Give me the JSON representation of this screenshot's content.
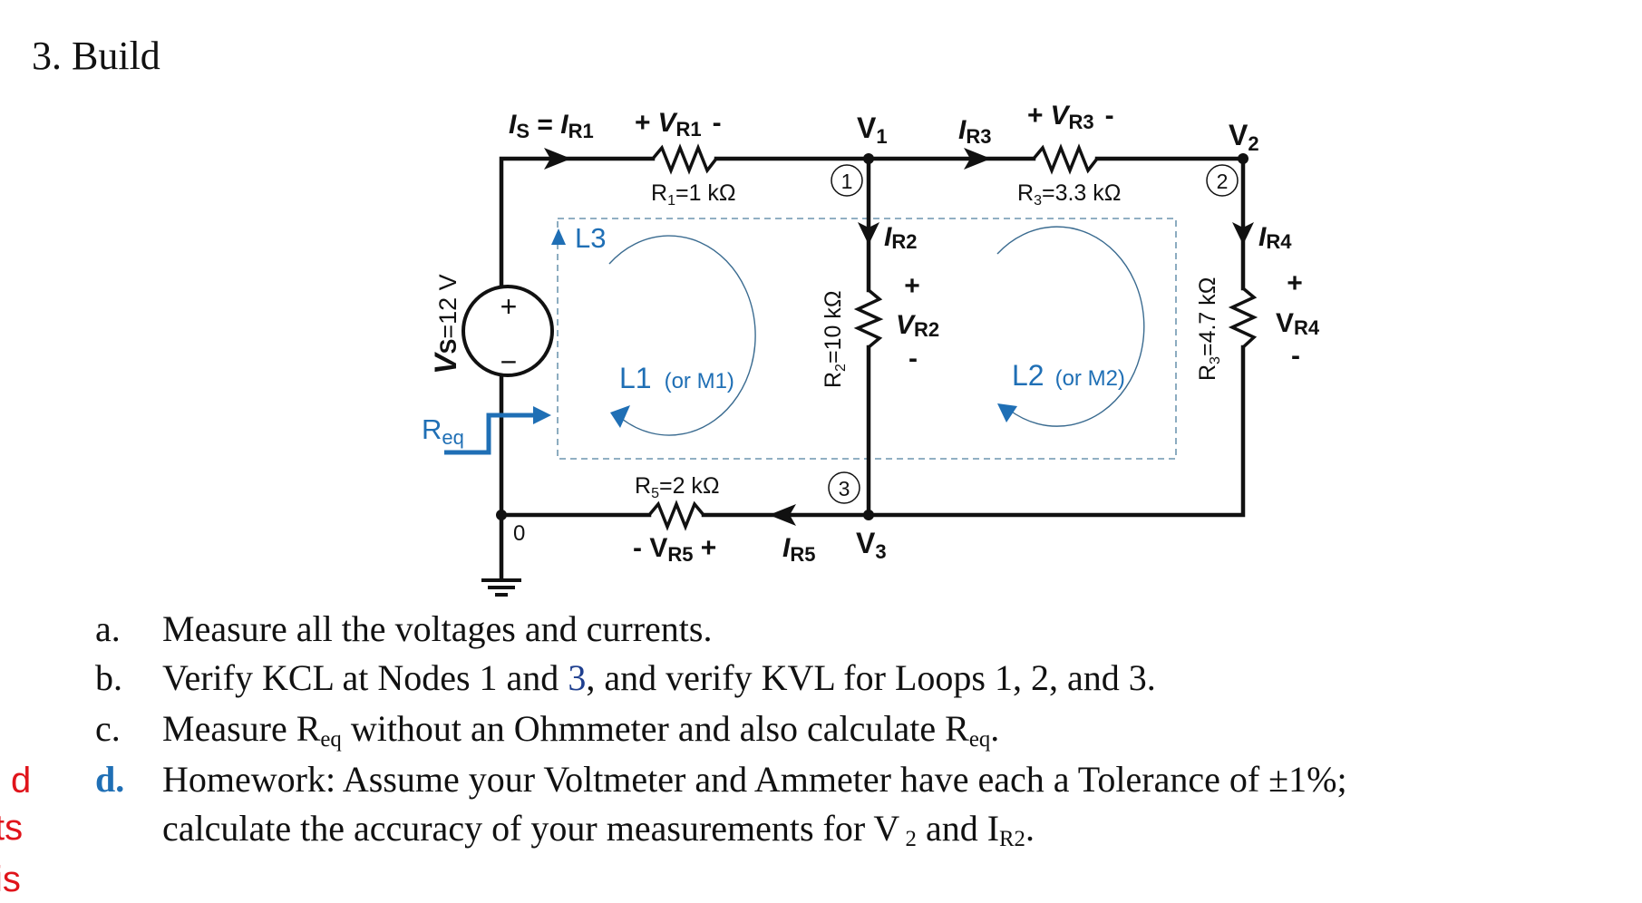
{
  "heading": "3. Build",
  "circuit": {
    "source": {
      "label_main": "V",
      "label_sub": "S",
      "label_value": "=12 V",
      "plus": "+",
      "minus": "−"
    },
    "ground_node": "0",
    "top_current": {
      "i1": "I",
      "i1_sub": "S",
      "eq": " = ",
      "i2": "I",
      "i2_sub": "R1"
    },
    "vr1": {
      "plus": "+",
      "v": "V",
      "sub": "R1",
      "minus": "-"
    },
    "r1_label": {
      "r": "R",
      "sub": "1",
      "val": "=1 kΩ"
    },
    "v1": {
      "v": "V",
      "sub": "1"
    },
    "node1": "1",
    "ir3": {
      "i": "I",
      "sub": "R3"
    },
    "vr3": {
      "plus": "+",
      "v": "V",
      "sub": "R3",
      "minus": "-"
    },
    "r3_label": {
      "r": "R",
      "sub": "3",
      "val": "=3.3 kΩ"
    },
    "v2": {
      "v": "V",
      "sub": "2"
    },
    "node2": "2",
    "ir2": {
      "i": "I",
      "sub": "R2"
    },
    "vr2": {
      "plus": "+",
      "v": "V",
      "sub": "R2",
      "minus": "-"
    },
    "r2_label": {
      "r": "R",
      "sub": "2",
      "val": "=10 kΩ"
    },
    "ir4": {
      "i": "I",
      "sub": "R4"
    },
    "vr4": {
      "plus": "+",
      "v": "V",
      "sub": "R4",
      "minus": "-"
    },
    "r4_label": {
      "r": "R",
      "sub": "3",
      "val": "=4.7 kΩ"
    },
    "r5_label": {
      "r": "R",
      "sub": "5",
      "val": "=2 kΩ"
    },
    "vr5": {
      "minus": "- ",
      "v": "V",
      "sub": "R5",
      "plus": " +"
    },
    "ir5": {
      "i": "I",
      "sub": "R5"
    },
    "v3": {
      "v": "V",
      "sub": "3"
    },
    "node3": "3",
    "req": {
      "r": "R",
      "sub": "eq"
    },
    "loops": {
      "l3": "L3",
      "l1": "L1",
      "l1_alt": "(or M1)",
      "l2": "L2",
      "l2_alt": "(or M2)"
    },
    "colors": {
      "wire": "#111111",
      "annotation": "#1f6fb5",
      "loop_arc": "#3a6b90",
      "dashed": "#4f7f9f"
    }
  },
  "tasks": [
    {
      "letter": "a.",
      "text": "Measure all the voltages and currents."
    },
    {
      "letter": "b.",
      "pre": "Verify KCL at Nodes 1 and ",
      "blue": "3",
      "post": ", and verify KVL for Loops 1, 2, and 3."
    },
    {
      "letter": "c.",
      "pre": "Measure R",
      "sub": "eq",
      "mid": " without an Ohmmeter and also calculate R",
      "sub2": "eq",
      "post": "."
    },
    {
      "letter": "d.",
      "line1": "Homework: Assume your Voltmeter and Ammeter have each a Tolerance of ±1%;",
      "pre": "calculate the accuracy of your measurements for V",
      "sub": " 2",
      "mid": " and I",
      "sub2": "R2",
      "post": "."
    }
  ],
  "margin_fragments": [
    "d",
    "ts",
    "is"
  ]
}
